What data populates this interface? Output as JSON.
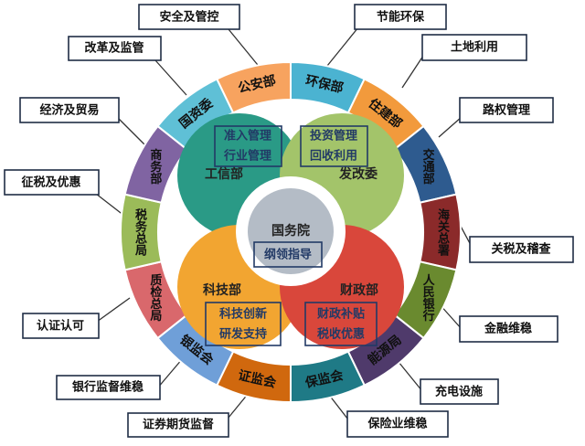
{
  "ring": [
    {
      "label": "环保部",
      "color": "#4bb3d1"
    },
    {
      "label": "住建部",
      "color": "#f29a3c"
    },
    {
      "label": "交通部",
      "color": "#2e5b8f"
    },
    {
      "label": "海关总署",
      "color": "#8b2a2a"
    },
    {
      "label": "人民银行",
      "color": "#6a8a2f"
    },
    {
      "label": "能源局",
      "color": "#4f3a6b"
    },
    {
      "label": "保监会",
      "color": "#1f7a86"
    },
    {
      "label": "证监会",
      "color": "#d0680e"
    },
    {
      "label": "银监会",
      "color": "#6f9fd8"
    },
    {
      "label": "质检总局",
      "color": "#d9686c"
    },
    {
      "label": "税务总局",
      "color": "#9bbb59"
    },
    {
      "label": "商务部",
      "color": "#8064a2"
    },
    {
      "label": "国资委",
      "color": "#5fc0d6"
    },
    {
      "label": "公安部",
      "color": "#f7a35f"
    }
  ],
  "center": {
    "label": "国务院",
    "role": "纲领指导",
    "color": "#b4bcc6"
  },
  "quadrants": [
    {
      "label": "工信部",
      "roles": [
        "准入管理",
        "行业管理"
      ],
      "color": "#2a9a86"
    },
    {
      "label": "发改委",
      "roles": [
        "投资管理",
        "回收利用"
      ],
      "color": "#a3c46a"
    },
    {
      "label": "科技部",
      "roles": [
        "科技创新",
        "研发支持"
      ],
      "color": "#f2a531"
    },
    {
      "label": "财政部",
      "roles": [
        "财政补贴",
        "税收优惠"
      ],
      "color": "#d9473b"
    }
  ],
  "callouts": {
    "anquan": "安全及管控",
    "gaige": "改革及监管",
    "jingji": "经济及贸易",
    "zhengshui": "征税及优惠",
    "renzheng": "认证认可",
    "yinhang": "银行监督维稳",
    "zhengquan": "证券期货监督",
    "jieneng": "节能环保",
    "tudi": "土地利用",
    "luquan": "路权管理",
    "guanshui": "关税及稽查",
    "jinrong": "金融维稳",
    "chongdian": "充电设施",
    "baoxian": "保险业维稳"
  }
}
